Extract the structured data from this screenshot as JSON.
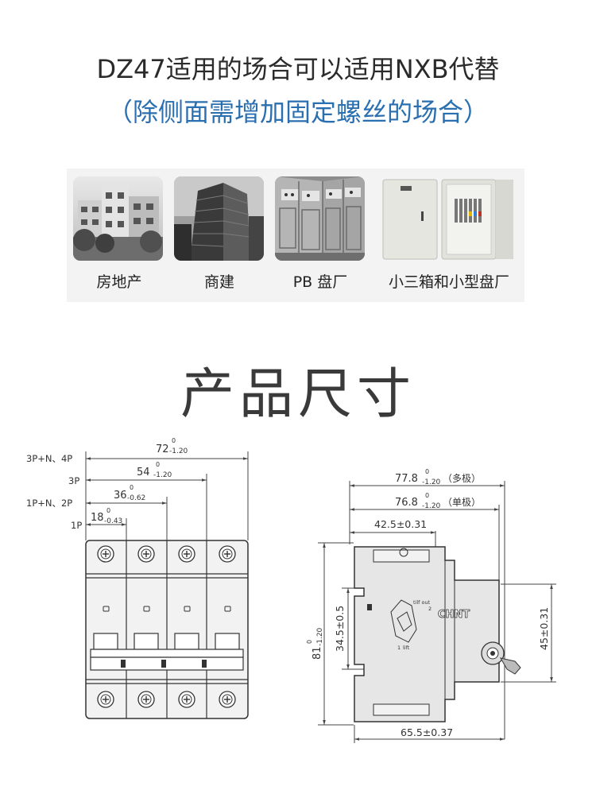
{
  "header": {
    "line1": "DZ47适用的场合可以适用NXB代替",
    "line2": "（除侧面需增加固定螺丝的场合）"
  },
  "applications": [
    {
      "label": "房地产",
      "icon": "residential-buildings-photo"
    },
    {
      "label": "商建",
      "icon": "commercial-tower-photo"
    },
    {
      "label": "PB 盘厂",
      "icon": "switchgear-cabinets-photo"
    },
    {
      "label": "小三箱和小型盘厂",
      "icon": "distribution-box-photo"
    }
  ],
  "section_title": "产品尺寸",
  "front_view": {
    "rows": [
      {
        "label": "3P+N、4P",
        "dim": "72",
        "tol_up": "0",
        "tol_low": "-1.20"
      },
      {
        "label": "3P",
        "dim": "54",
        "tol_up": "0",
        "tol_low": "-1.20"
      },
      {
        "label": "1P+N、2P",
        "dim": "36",
        "tol_up": "0",
        "tol_low": "-0.62"
      },
      {
        "label": "1P",
        "dim": "18",
        "tol_up": "0",
        "tol_low": "-0.43"
      }
    ]
  },
  "side_view": {
    "depth_multi": {
      "dim": "77.8",
      "tol_up": "0",
      "tol_low": "-1.20",
      "note": "（多极）"
    },
    "depth_single": {
      "dim": "76.8",
      "tol_up": "0",
      "tol_low": "-1.20",
      "note": "（单极）"
    },
    "rail_offset": "42.5±0.31",
    "height": {
      "dim": "81",
      "tol_up": "0",
      "tol_low": "-1.20"
    },
    "rail_height": "34.5±0.5",
    "front_height": "45±0.31",
    "bottom_depth": "65.5±0.37",
    "brand": "CHNT",
    "markings": {
      "tilt": "tilf out",
      "lift": "lift",
      "n1": "1",
      "n2": "2"
    }
  }
}
